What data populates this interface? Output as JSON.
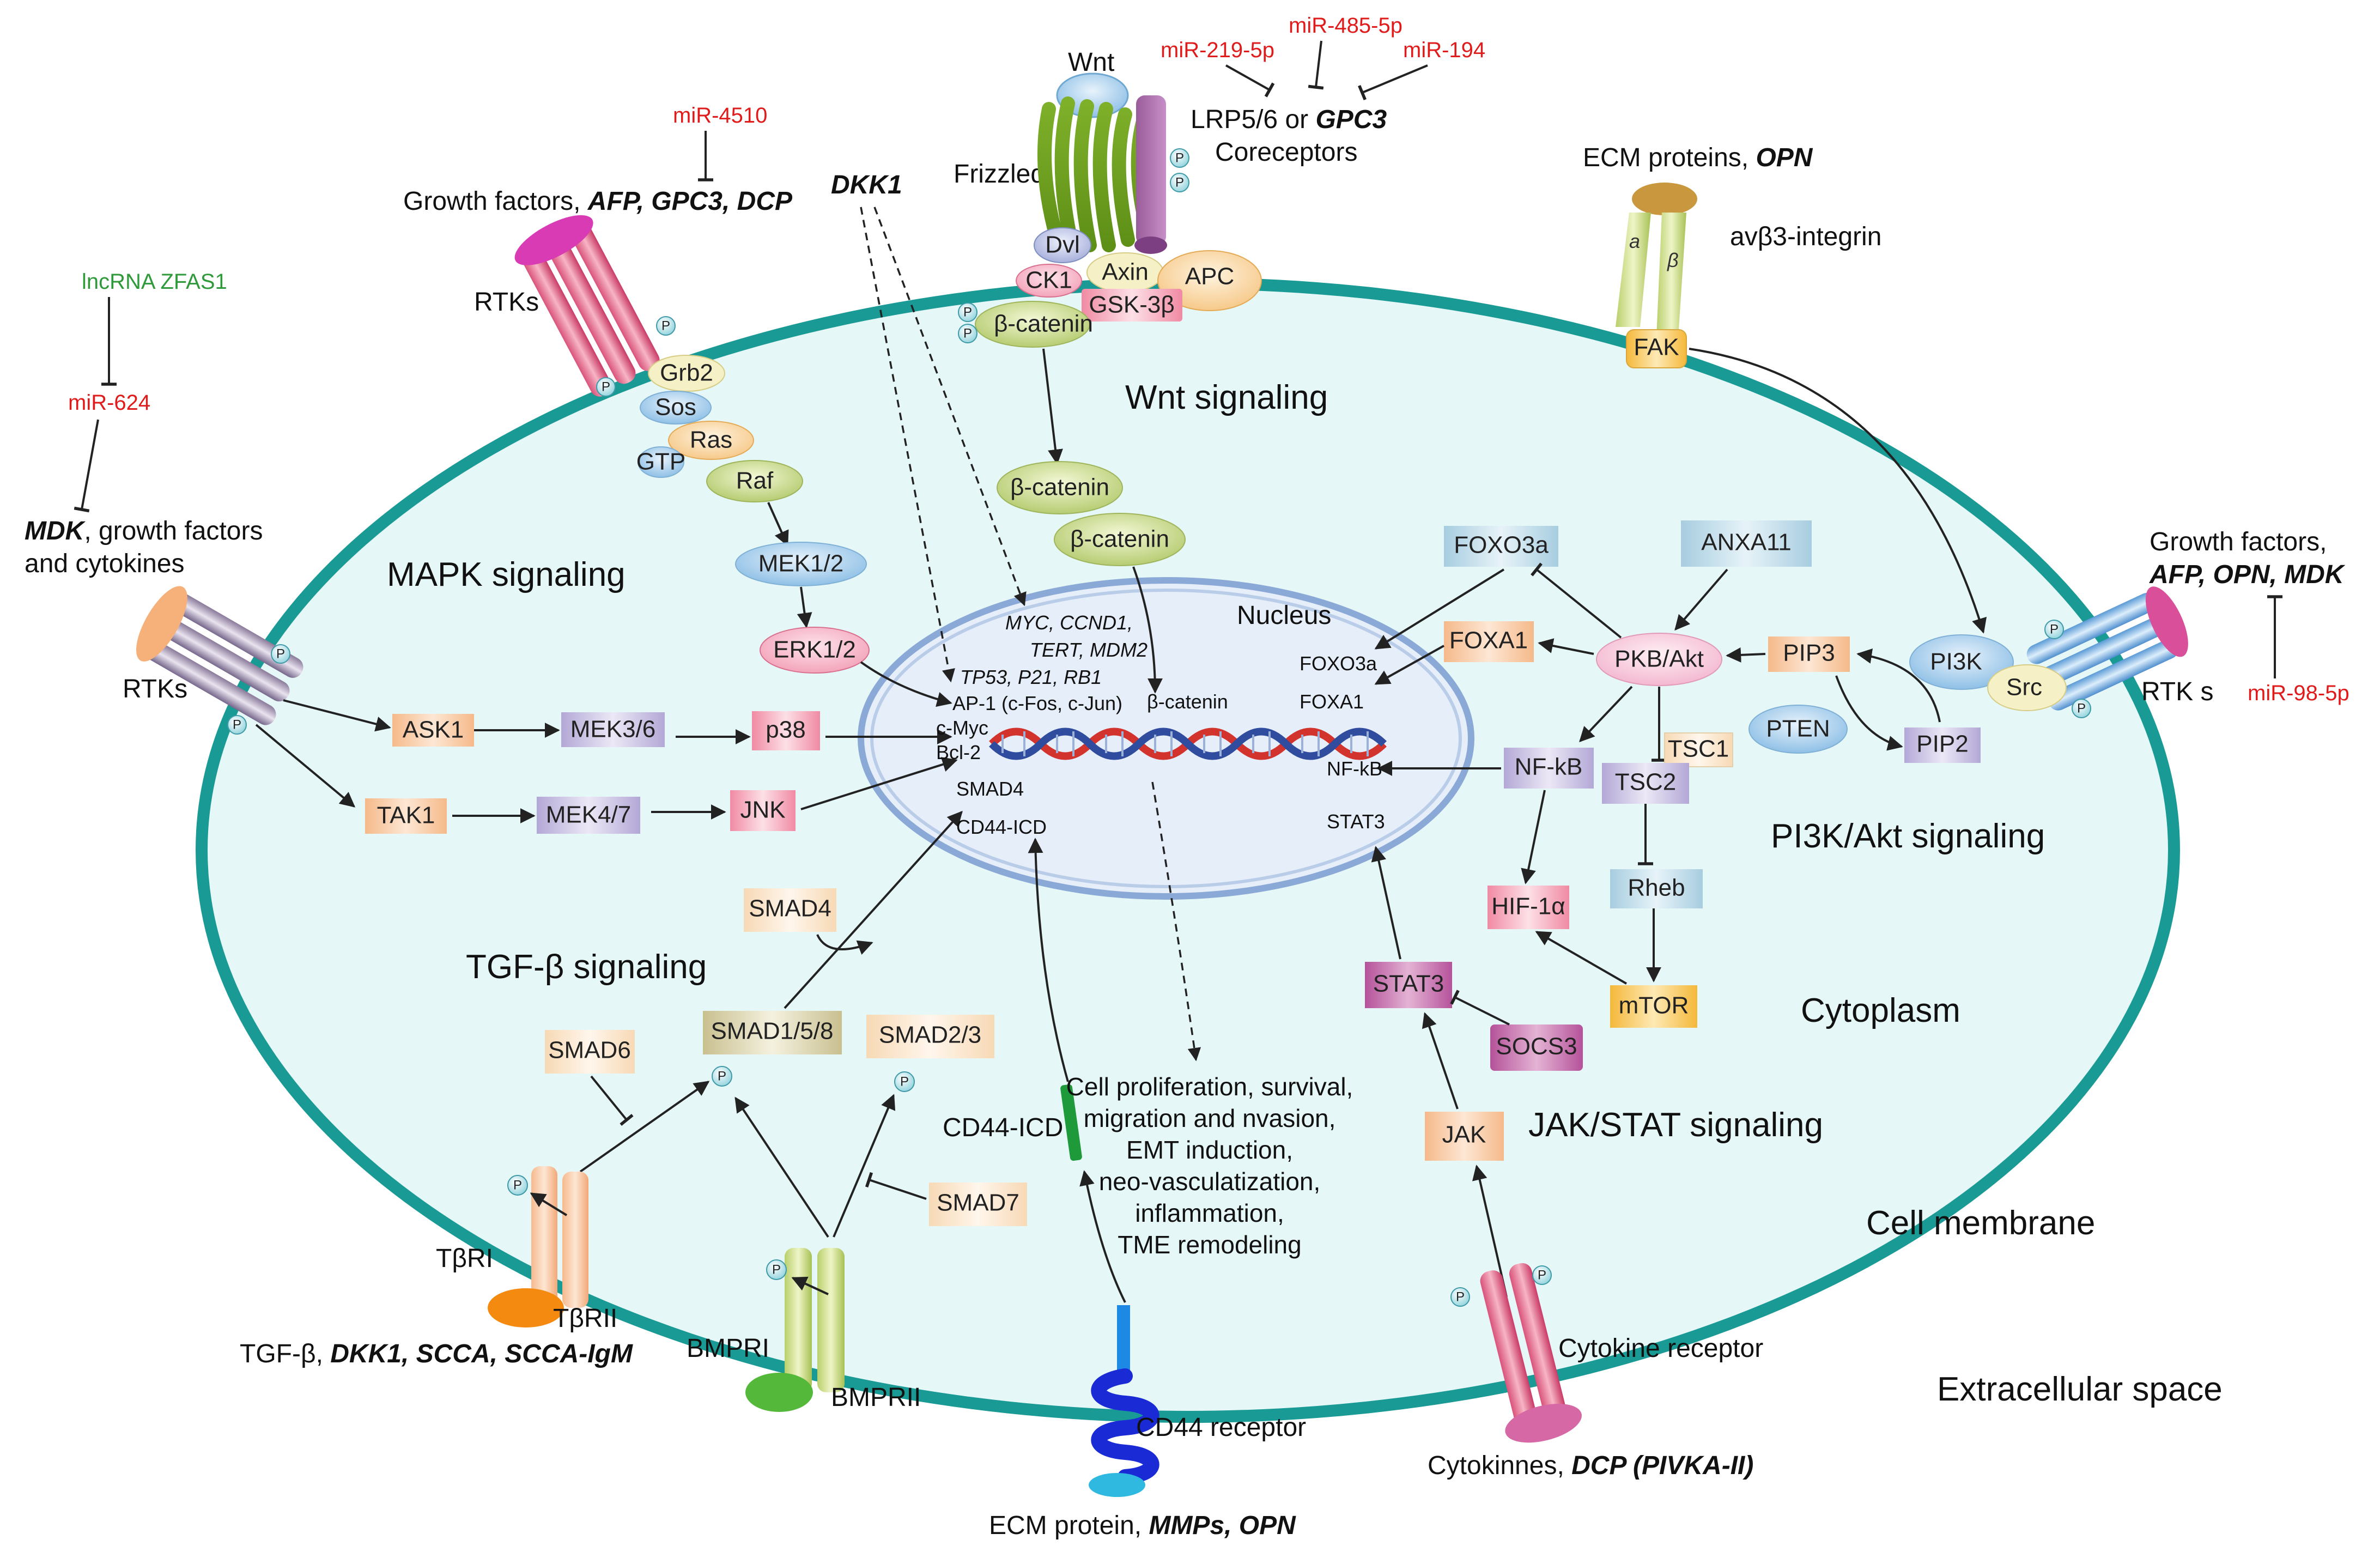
{
  "regions": {
    "nucleus": "Nucleus",
    "cytoplasm": "Cytoplasm",
    "cell_membrane": "Cell membrane",
    "extracellular": "Extracellular space"
  },
  "pathways": {
    "wnt": "Wnt signaling",
    "mapk": "MAPK signaling",
    "tgfb": "TGF-β signaling",
    "pi3k": "PI3K/Akt signaling",
    "jak": "JAK/STAT signaling"
  },
  "mirnas": {
    "mir219": "miR-219-5p",
    "mir485": "miR-485-5p",
    "mir194": "miR-194",
    "mir4510": "miR-4510",
    "mir624": "miR-624",
    "mir98": "miR-98-5p",
    "lnc_zfas1": "lncRNA ZFAS1"
  },
  "wnt": {
    "wnt": "Wnt",
    "frizzled": "Frizzled",
    "lrp_prefix": "LRP5/6 or",
    "lrp_bold": "GPC3",
    "coreceptors": "Coreceptors",
    "dvl": "Dvl",
    "ck1": "CK1",
    "axin": "Axin",
    "apc": "APC",
    "gsk": "GSK-3β",
    "bcat": "β-catenin"
  },
  "growth_top": {
    "prefix": "Growth factors,",
    "bold": "AFP, GPC3, DCP",
    "dkk1": "DKK1",
    "rtks": "RTKs",
    "grb2": "Grb2",
    "sos": "Sos",
    "ras": "Ras",
    "gtp": "GTP",
    "raf": "Raf",
    "mek12": "MEK1/2",
    "erk12": "ERK1/2"
  },
  "mapk_left": {
    "mdk_bold": "MDK",
    "mdk_rest": ", growth factors",
    "and_cytokines": "and cytokines",
    "rtks": "RTKs",
    "ask1": "ASK1",
    "mek36": "MEK3/6",
    "p38": "p38",
    "tak1": "TAK1",
    "mek47": "MEK4/7",
    "jnk": "JNK"
  },
  "integrin": {
    "ecm_prefix": "ECM proteins,",
    "ecm_bold": "OPN",
    "name": "avβ3-integrin",
    "alpha": "a",
    "beta": "β",
    "fak": "FAK"
  },
  "pi3k": {
    "gf_prefix": "Growth factors,",
    "gf_bold": "AFP, OPN, MDK",
    "rtks": "RTK s",
    "pi3k": "PI3K",
    "src": "Src",
    "pip3": "PIP3",
    "pip2": "PIP2",
    "pten": "PTEN",
    "akt": "PKB/Akt",
    "foxo3a": "FOXO3a",
    "foxa1": "FOXA1",
    "anxa11": "ANXA11",
    "nfkb": "NF-kB",
    "tsc1": "TSC1",
    "tsc2": "TSC2",
    "rheb": "Rheb",
    "mtor": "mTOR",
    "hif": "HIF-1α"
  },
  "jak": {
    "stat3": "STAT3",
    "socs3": "SOCS3",
    "jak": "JAK",
    "receptor": "Cytokine receptor",
    "cyto_prefix": "Cytokinnes,",
    "cyto_bold": "DCP (PIVKA-II)"
  },
  "tgf": {
    "smad4": "SMAD4",
    "smad158": "SMAD1/5/8",
    "smad23": "SMAD2/3",
    "smad6": "SMAD6",
    "smad7": "SMAD7",
    "tbr1": "TβRI",
    "tbr2": "TβRII",
    "bmpr1": "BMPRI",
    "bmpr2": "BMPRII",
    "ligand_prefix": "TGF-β,",
    "ligand_bold": "DKK1, SCCA, SCCA-IgM"
  },
  "cd44": {
    "icd": "CD44-ICD",
    "receptor": "CD44 receptor",
    "ecm_prefix": "ECM protein,",
    "ecm_bold": "MMPs, OPN"
  },
  "nucleus_text": {
    "targets_1": "MYC, CCND1,",
    "targets_2": "TERT, MDM2",
    "targets_3": "TP53, P21, RB1",
    "ap1": "AP-1 (c-Fos, c-Jun)",
    "cmyc": "c-Myc",
    "bcl2": "Bcl-2",
    "smad4": "SMAD4",
    "cd44icd": "CD44-ICD",
    "bcat": "β-catenin",
    "foxo3a": "FOXO3a",
    "foxa1": "FOXA1",
    "nfkb": "NF-kB",
    "stat3": "STAT3"
  },
  "outcomes": [
    "Cell  proliferation, survival,",
    "migration and nvasion,",
    "EMT induction,",
    "neo-vasculatization,",
    "inflammation,",
    "TME remodeling"
  ],
  "phospho": "P",
  "colors": {
    "membrane": "#1a9a94",
    "cytoplasm": "#e6f7f7",
    "nucleus": "#e6eef9",
    "mirna": "#e01b1b",
    "lncrna": "#2e9a3a"
  }
}
